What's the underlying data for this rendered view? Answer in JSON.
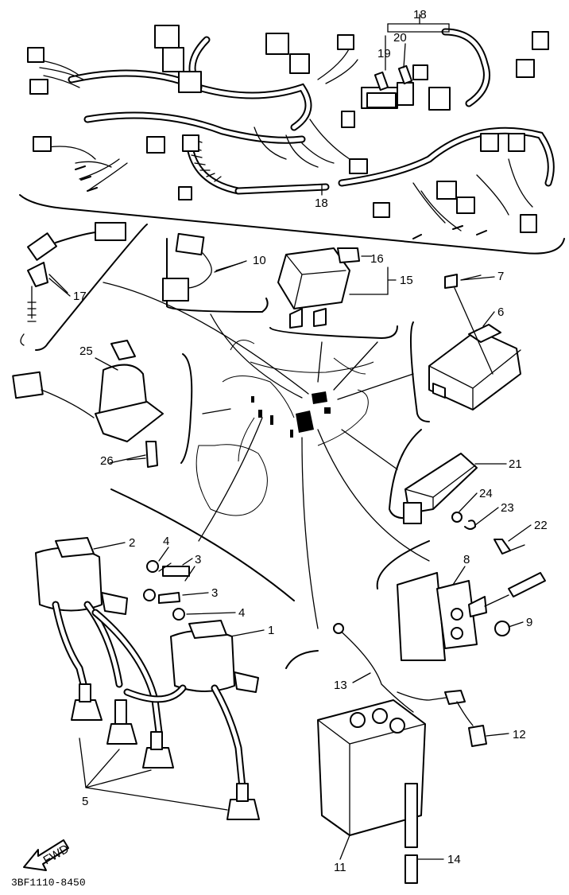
{
  "callouts": {
    "n1": "1",
    "n2": "2",
    "n3a": "3",
    "n3b": "3",
    "n4a": "4",
    "n4b": "4",
    "n5": "5",
    "n6": "6",
    "n7": "7",
    "n8": "8",
    "n9": "9",
    "n10": "10",
    "n11": "11",
    "n12": "12",
    "n13": "13",
    "n14": "14",
    "n15": "15",
    "n16": "16",
    "n17": "17",
    "n18a": "18",
    "n18b": "18",
    "n19": "19",
    "n20": "20",
    "n21": "21",
    "n22": "22",
    "n23": "23",
    "n24": "24",
    "n25": "25",
    "n26": "26"
  },
  "fwd_label": "FWD",
  "drawing_code": "3BF1110-8450"
}
